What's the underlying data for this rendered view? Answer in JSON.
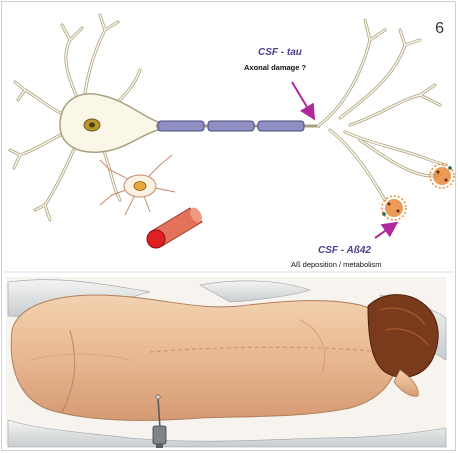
{
  "slide": {
    "page_number": "6",
    "annotations": {
      "tau": {
        "title": "CSF - tau",
        "subtitle": "Axonal damage ?"
      },
      "abeta": {
        "title": "CSF - Aß42",
        "subtitle": "Aß deposition / metabolism"
      }
    }
  },
  "colors": {
    "neuron_fill": "#fbf7e8",
    "neuron_stroke": "#a89f7d",
    "axon_myelin": "#8e8ec0",
    "arrow": "#b0299a",
    "label_text": "#4b3f8f",
    "vessel": "#e4725a",
    "plaque": "#e88a3a"
  }
}
